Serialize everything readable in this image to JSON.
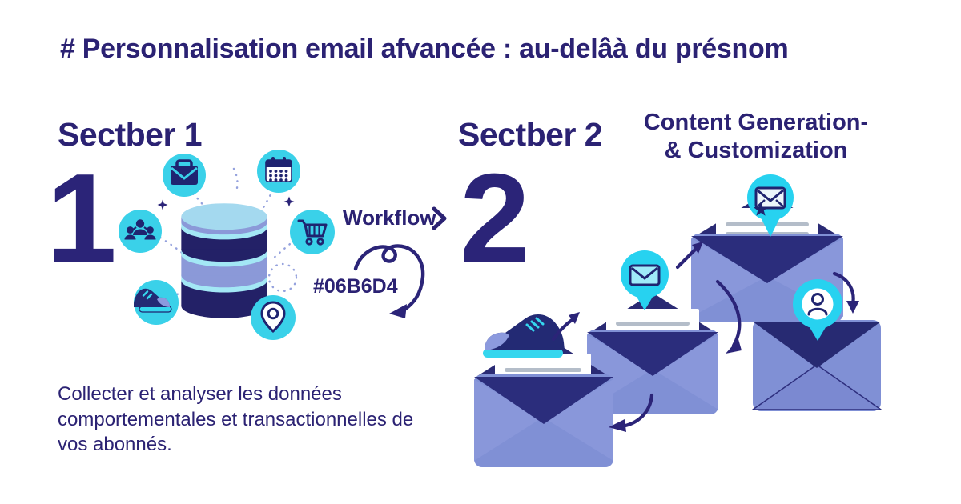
{
  "title": "# Personnalisation email afvancée : au-delâà du présnom",
  "section1": {
    "heading": "Sectber 1",
    "big_number": "1",
    "description": "Collecter et analyser les données comportementales et transactionnelles de vos abonnés.",
    "icon_names": [
      "database-icon",
      "briefcase-icon",
      "calendar-icon",
      "people-icon",
      "shopping-cart-icon",
      "sneaker-icon",
      "location-pin-icon",
      "sparkle-icon"
    ]
  },
  "connector": {
    "workflow_label": "Workflow",
    "hex_code_label": "#06B6D4"
  },
  "section2": {
    "heading": "Sectber 2",
    "big_number": "2",
    "subheading_line1": "Content Generation-",
    "subheading_line2": "& Customization",
    "icon_names": [
      "open-envelope-icon",
      "closed-envelope-icon",
      "mail-pin-icon",
      "mail-star-pin-icon",
      "person-pin-icon",
      "sneaker-icon",
      "arrow-icon"
    ]
  },
  "colors": {
    "background": "#ffffff",
    "navy_text": "#2b2273",
    "numeral_navy": "#2b2478",
    "icon_navy": "#1f2470",
    "cyan_circle": "#3ad1e9",
    "pin_cyan": "#27d2f0",
    "periwinkle": "#8090d5",
    "flap_navy": "#2b2d7c",
    "db_cap_blue": "#a4d9ef",
    "db_separator_cyan": "#a3e7f5",
    "letter_line_gray": "#b4bdc9"
  }
}
